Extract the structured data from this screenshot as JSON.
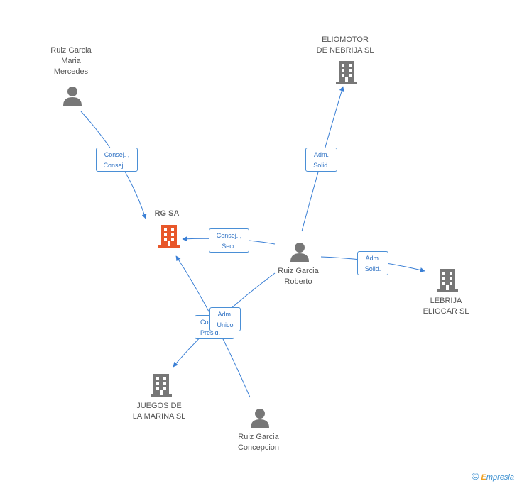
{
  "nodes": {
    "rg_sa": {
      "label": "RG SA",
      "type": "company",
      "color": "#e8572a"
    },
    "eliomotor": {
      "label": "ELIOMOTOR\nDE NEBRIJA SL",
      "type": "company",
      "color": "#777777"
    },
    "lebrija": {
      "label": "LEBRIJA\nELIOCAR SL",
      "type": "company",
      "color": "#777777"
    },
    "juegos": {
      "label": "JUEGOS DE\nLA MARINA SL",
      "type": "company",
      "color": "#777777"
    },
    "maria": {
      "label": "Ruiz Garcia\nMaria\nMercedes",
      "type": "person",
      "color": "#777777"
    },
    "roberto": {
      "label": "Ruiz Garcia\nRoberto",
      "type": "person",
      "color": "#777777"
    },
    "concepcion": {
      "label": "Ruiz Garcia\nConcepcion",
      "type": "person",
      "color": "#777777"
    }
  },
  "edges": {
    "maria_rg": {
      "label": "Consej. ,\nConsej...."
    },
    "roberto_rg": {
      "label": "Consej. ,\nSecr."
    },
    "roberto_eliomotor": {
      "label": "Adm.\nSolid."
    },
    "roberto_lebrija": {
      "label": "Adm.\nSolid."
    },
    "concepcion_rg": {
      "label": "Con\nPresid."
    },
    "roberto_juegos": {
      "label": "Adm.\nUnico"
    }
  },
  "colors": {
    "edge": "#3a7fd5",
    "company": "#777777",
    "main_company": "#e8572a",
    "person": "#777777"
  },
  "icons": {
    "company": "building-icon",
    "person": "person-icon"
  },
  "footer": {
    "copyright_symbol": "©",
    "brand_initial": "E",
    "brand_rest": "mpresia"
  }
}
